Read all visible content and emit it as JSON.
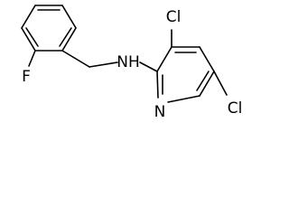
{
  "molecule": {
    "atom_labels": {
      "amine": "NH",
      "fluorine": "F",
      "chlorine_top": "Cl",
      "chlorine_bottom": "Cl",
      "pyridine_nitrogen": "N"
    }
  },
  "colors": {
    "bond": "#000000",
    "label": "#000000",
    "background": "#ffffff"
  }
}
